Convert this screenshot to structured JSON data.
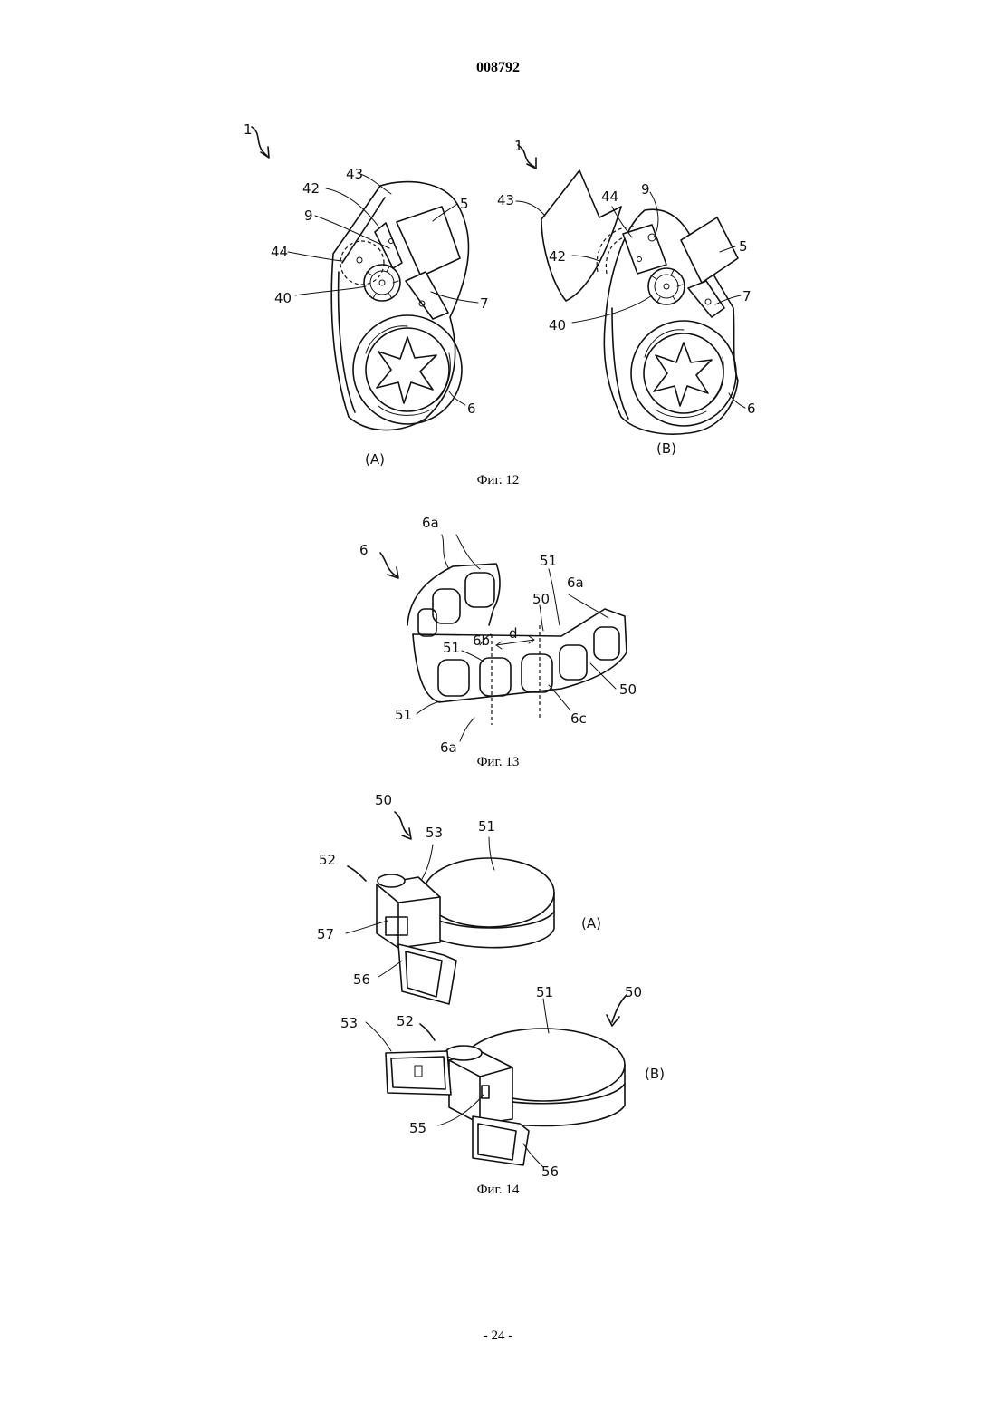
{
  "header": {
    "document_number": "008792"
  },
  "figure_12": {
    "caption": "Фиг. 12",
    "panel_a": {
      "panel_label": "(A)",
      "ref_labels": {
        "device": "1",
        "part_43": "43",
        "part_42": "42",
        "part_9": "9",
        "part_44": "44",
        "part_40": "40",
        "part_5": "5",
        "part_7": "7",
        "part_6": "6"
      }
    },
    "panel_b": {
      "panel_label": "(B)",
      "ref_labels": {
        "device": "1",
        "part_43": "43",
        "part_44": "44",
        "part_9": "9",
        "part_42": "42",
        "part_40": "40",
        "part_5": "5",
        "part_7": "7",
        "part_6": "6"
      }
    }
  },
  "figure_13": {
    "caption": "Фиг. 13",
    "ref_labels": {
      "belt": "6",
      "pocket_top": "6a",
      "pocket_right": "6a",
      "pocket_bottom": "6a",
      "part_51_top": "51",
      "part_50_top": "50",
      "part_51_inner": "51",
      "part_6b": "6b",
      "distance": "d",
      "part_50_right": "50",
      "part_51_left": "51",
      "part_6c": "6c"
    }
  },
  "figure_14": {
    "caption": "Фиг. 14",
    "panel_a": {
      "panel_label": "(A)",
      "ref_labels": {
        "part_50": "50",
        "part_53": "53",
        "part_51": "51",
        "part_52": "52",
        "part_57": "57",
        "part_56": "56"
      }
    },
    "panel_b": {
      "panel_label": "(B)",
      "ref_labels": {
        "part_51": "51",
        "part_50": "50",
        "part_53": "53",
        "part_52": "52",
        "part_55": "55",
        "part_56": "56"
      }
    }
  },
  "footer": {
    "page_number": "- 24 -"
  }
}
